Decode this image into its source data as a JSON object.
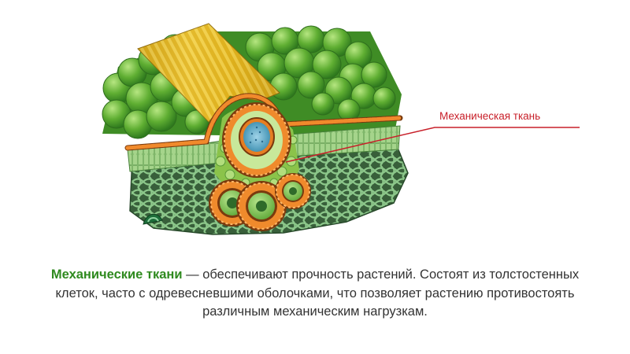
{
  "diagram": {
    "callout": "Механическая ткань"
  },
  "caption": {
    "term": "Механические ткани",
    "text": " — обеспечивают прочность растений. Состоят из толстостенных клеток, часто с одревесневшими оболочками, что позволяет растению противостоять различным механическим нагрузкам."
  },
  "colors": {
    "callout": "#c8202a",
    "term": "#2f8a1f",
    "text": "#333333",
    "mechanical_tissue": "#e07a22",
    "vein_bundle": "#e2b21c",
    "mesophyll": "#6bb33a",
    "parenchyma": "#3d6a3a"
  }
}
